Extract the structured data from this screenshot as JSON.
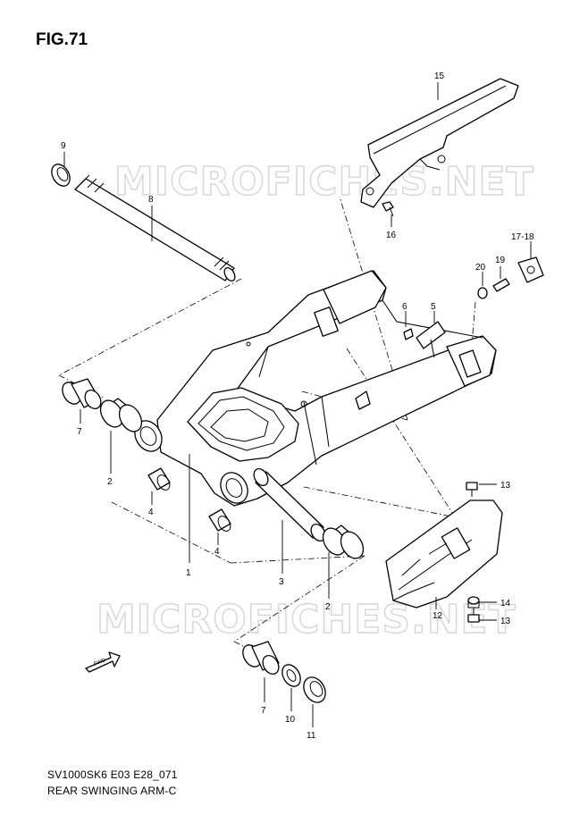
{
  "figure": {
    "title": "FIG.71",
    "footer_code": "SV1000SK6 E03 E28_071",
    "footer_name": "REAR SWINGING ARM-C",
    "watermark": "MICROFICHES.NET",
    "fwd_label": "FWD"
  },
  "callouts": {
    "c1": "1",
    "c2a": "2",
    "c2b": "2",
    "c3": "3",
    "c4a": "4",
    "c4b": "4",
    "c5": "5",
    "c6": "6",
    "c7a": "7",
    "c7b": "7",
    "c8": "8",
    "c9": "9",
    "c10": "10",
    "c11": "11",
    "c12": "12",
    "c13a": "13",
    "c13b": "13",
    "c14": "14",
    "c15": "15",
    "c16": "16",
    "c1718": "17-18",
    "c19": "19",
    "c20": "20"
  }
}
